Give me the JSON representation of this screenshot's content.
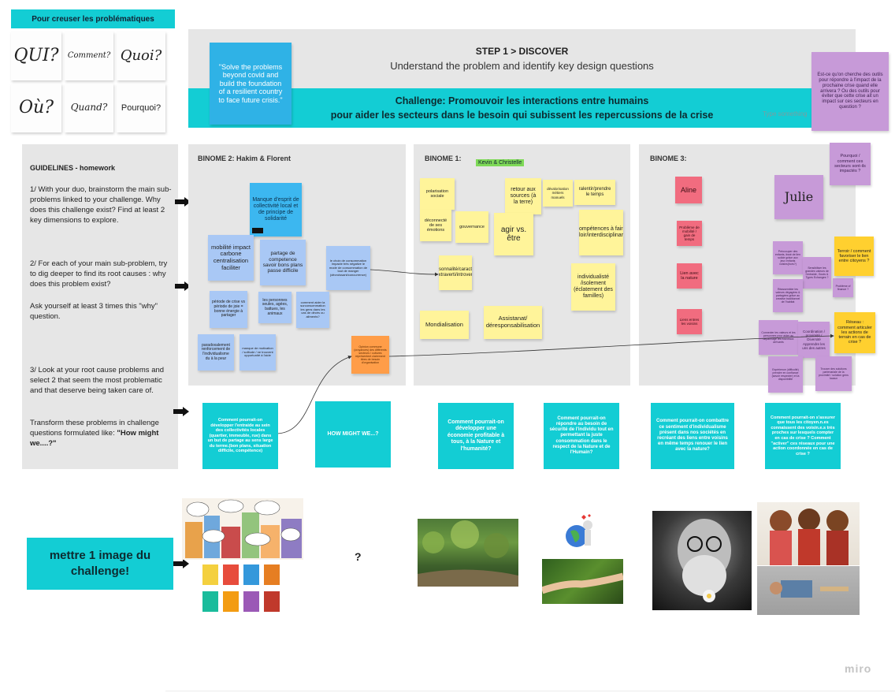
{
  "top_left": {
    "banner": "Pour creuser les problématiques",
    "cards": [
      "QUI?",
      "Comment?",
      "Quoi?",
      "Où?",
      "Quand?",
      "Pourquoi?"
    ]
  },
  "header": {
    "step_title": "STEP 1 > DISCOVER",
    "step_subtitle": "Understand the problem and identify key design questions",
    "quote": "\"Solve the problems beyond covid and build the foundation of a resilient country to face future crisis.\"",
    "challenge_line1": "Challenge: Promouvoir les interactions entre humains",
    "challenge_line2": "pour aider les secteurs dans le besoin qui subissent les repercussions de la crise",
    "type_placeholder": "Type something",
    "right_note": "Est-ce qu'on cherche des outils pour répondre à l'impact de la prochaine crise quand elle arrivera ? Ou des outils pour éviter que cette crise ait un impact sur ces secteurs en question ?",
    "right_note2": "Pourquoi / comment ces secteurs sont-ils impactés ?"
  },
  "guidelines": {
    "title": "GUIDELINES - homework",
    "p1": "1/ With your duo, brainstorm the main sub-problems linked to your challenge. Why does this challenge exist? Find at least 2 key dimensions to explore.",
    "p2": "2/ For each of your main sub-problem, try to dig deeper to find its root causes : why does this problem exist?",
    "p3": "Ask yourself at least 3 times this \"why\" question.",
    "p4": "3/ Look at your root cause problems and select 2 that seem the most problematic and that deserve being taken care of.",
    "p5_a": "Transform these problems in challenge questions formulated like: ",
    "p5_b": "\"How might we....?\""
  },
  "binome2": {
    "title": "BINOME 2: Hakim & Florent",
    "notes": [
      "Manque d'esprit de collectivité local et de principe de solidarité",
      "mobilité impact carbone centralisation faciliter",
      "partage de competence savoir bons plans passe difficile",
      "le choix de consommation impacte très négative le mode de consommation de tout de manger (décroissant/concurrence)",
      "période de crise vs période de joie = bonne énergie à partager",
      "les personnes seules, agées, battues, les animaux",
      "comment aider la surconsommation les gens dans les cas de décès ou ailments?",
      "paradoxalement renforcement de l'individualisme du à la peur",
      "manque de motivation / solitude / ne trouvent opportunité à l'aide",
      "Opinion commune (croyances) des différents secteurs / cultures représentent clairement titres de besoin d'organisation"
    ]
  },
  "binome1": {
    "title": "BINOME 1:",
    "tag": "Kevin & Christelle",
    "notes": [
      "polarisation sociale",
      "retour aux sources (à la terre)",
      "dévalorisation métiers manuels",
      "ralentir/prendre le temps",
      "déconnecté de ses émotions",
      "gouvernance",
      "agir vs. être",
      "compétences à faire valoir/interdisciplinarité",
      "personnalité/caractère (extraverti/introverti)",
      "individualisté /isolement (éclatement des familles)",
      "Mondialisation",
      "Assistanat/ déresponsabilisation"
    ]
  },
  "binome3": {
    "title": "BINOME 3:",
    "names": [
      "Aline",
      "Julie"
    ],
    "pink_notes": [
      "Problème de mobilité / gain de temps",
      "Lien avec la nature",
      "Liens entres les voisins"
    ],
    "purple_notes": [
      "Préoccuper des enfants, tissé de lien solide grâce aux jeux enfants voisins(hors?)",
      "Sensibiliser les grandes valeurs de l'entraide, Gouts & Types Echanges ?",
      "Réassembler les valeurs dégagées & partagées grâce au creative traditionnel de l'habitat",
      "Problème of finance ?",
      "Connecter les valeurs et les personnes pour aider au dépannage les nouveaux arrivants",
      "Coordination / proximité / Diversité Apprendre les uns des autres",
      "Expérience (difficulté) prendre en confiance (savoir respecter) et la disponibilité",
      "Trouver des solutions partenariale de la proximité / solution gens locaux"
    ],
    "gold_notes": [
      "Terroir / comment favoriser le lien entre citoyens ?",
      "Réseau : comment articuler les actions de terrain en cas de crise ?"
    ]
  },
  "hmw": [
    "Comment pourrait-on développer l'entraide au sein des collectivités locales (quartier, immeuble, rue) dans un but de partage au sens large du terme.(bon plans, situation difficile, compétence)",
    "HOW MIGHT WE...?",
    "Comment pourrait-on développer une économie profitable à tous, à la Nature et l'humanité?",
    "Comment pourrait-on répondre au besoin de sécurité de l'individu tout en permettant la juste consommation dans le respect de la Nature et de l'Humain?",
    "Comment pourrait-on combattre ce sentiment d'individualisme présent dans nos sociétés en recréant des liens entre voisins en même temps renouer le lien avec la nature?",
    "Comment pourrait-on s'assurer que tous les citoyen.n.es connaissent des voisin.e.s très proches sur lesquels compter en cas de crise ? Comment \"activer\" ces réseaux pour une action coordonnée en cas de crise ?"
  ],
  "bottom": {
    "image_prompt": "mettre 1 image du challenge!",
    "question_mark": "?",
    "brand": "miro"
  },
  "colors": {
    "teal": "#13cdd4",
    "yellow_note": "#fff49a",
    "blue_note": "#a9c8f5",
    "pink_note": "#f16c7f",
    "purple_note": "#c79ad8",
    "panel": "#e6e6e6"
  }
}
